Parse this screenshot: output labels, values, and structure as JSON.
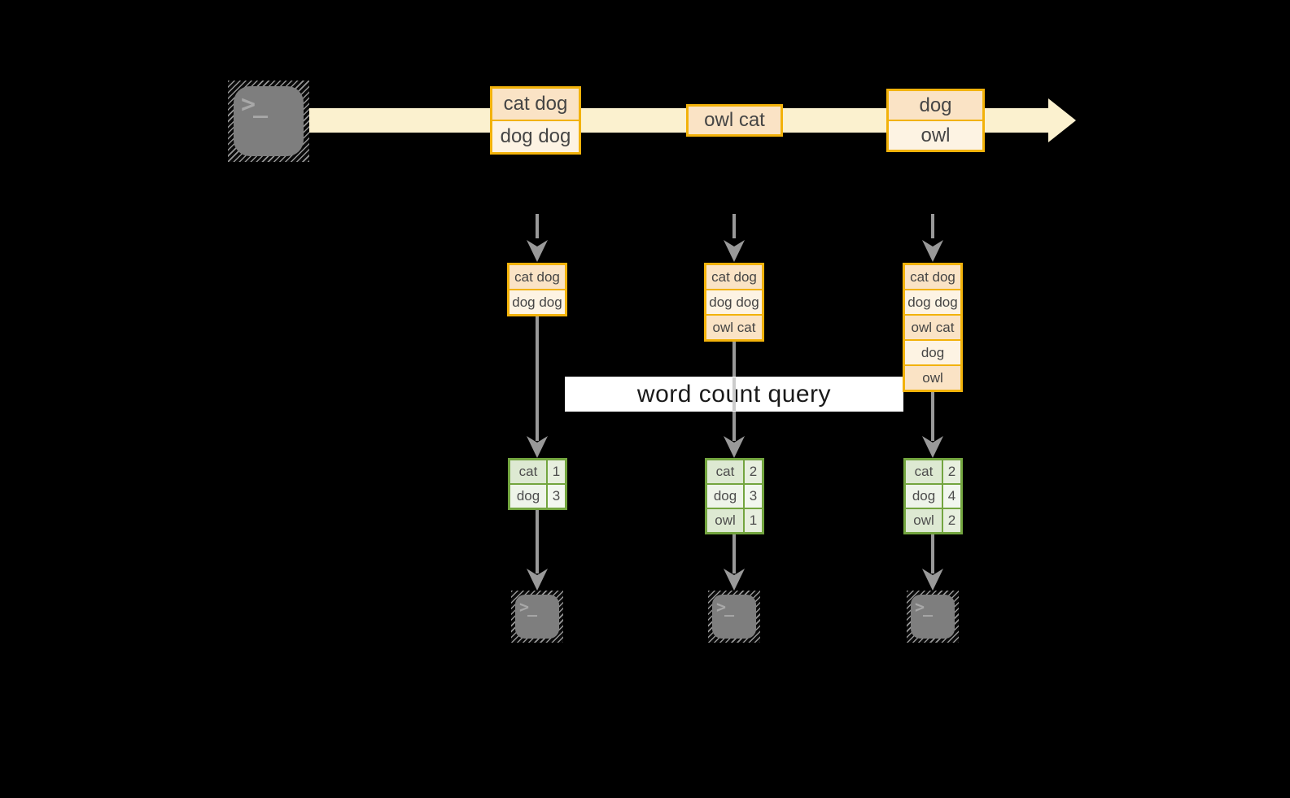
{
  "colors": {
    "background": "#000000",
    "stream_band": "#FBF1CF",
    "box_border_orange": "#F2B20A",
    "box_fill_peach_dark": "#FAE3C5",
    "box_fill_peach_light": "#FDF3E3",
    "table_border_green": "#73A53F",
    "table_fill_green_dark": "#DDE9D2",
    "table_fill_green_light": "#EEF4E9",
    "arrow_gray": "#999999",
    "terminal_gray": "#7E7E7E",
    "query_box_bg": "#FFFFFF",
    "query_text": "#1A1A1A"
  },
  "diagram": {
    "query_label": "word count query",
    "terminal_glyph": ">_",
    "stream_batches": [
      {
        "items": [
          "cat dog",
          "dog dog"
        ]
      },
      {
        "items": [
          "owl cat"
        ]
      },
      {
        "items": [
          "dog",
          "owl"
        ]
      }
    ],
    "micro_batches": [
      {
        "state": [
          "cat dog",
          "dog dog"
        ],
        "counts": [
          {
            "word": "cat",
            "count": 1
          },
          {
            "word": "dog",
            "count": 3
          }
        ]
      },
      {
        "state": [
          "cat dog",
          "dog dog",
          "owl cat"
        ],
        "counts": [
          {
            "word": "cat",
            "count": 2
          },
          {
            "word": "dog",
            "count": 3
          },
          {
            "word": "owl",
            "count": 1
          }
        ]
      },
      {
        "state": [
          "cat dog",
          "dog dog",
          "owl cat",
          "dog",
          "owl"
        ],
        "counts": [
          {
            "word": "cat",
            "count": 2
          },
          {
            "word": "dog",
            "count": 4
          },
          {
            "word": "owl",
            "count": 2
          }
        ]
      }
    ]
  }
}
